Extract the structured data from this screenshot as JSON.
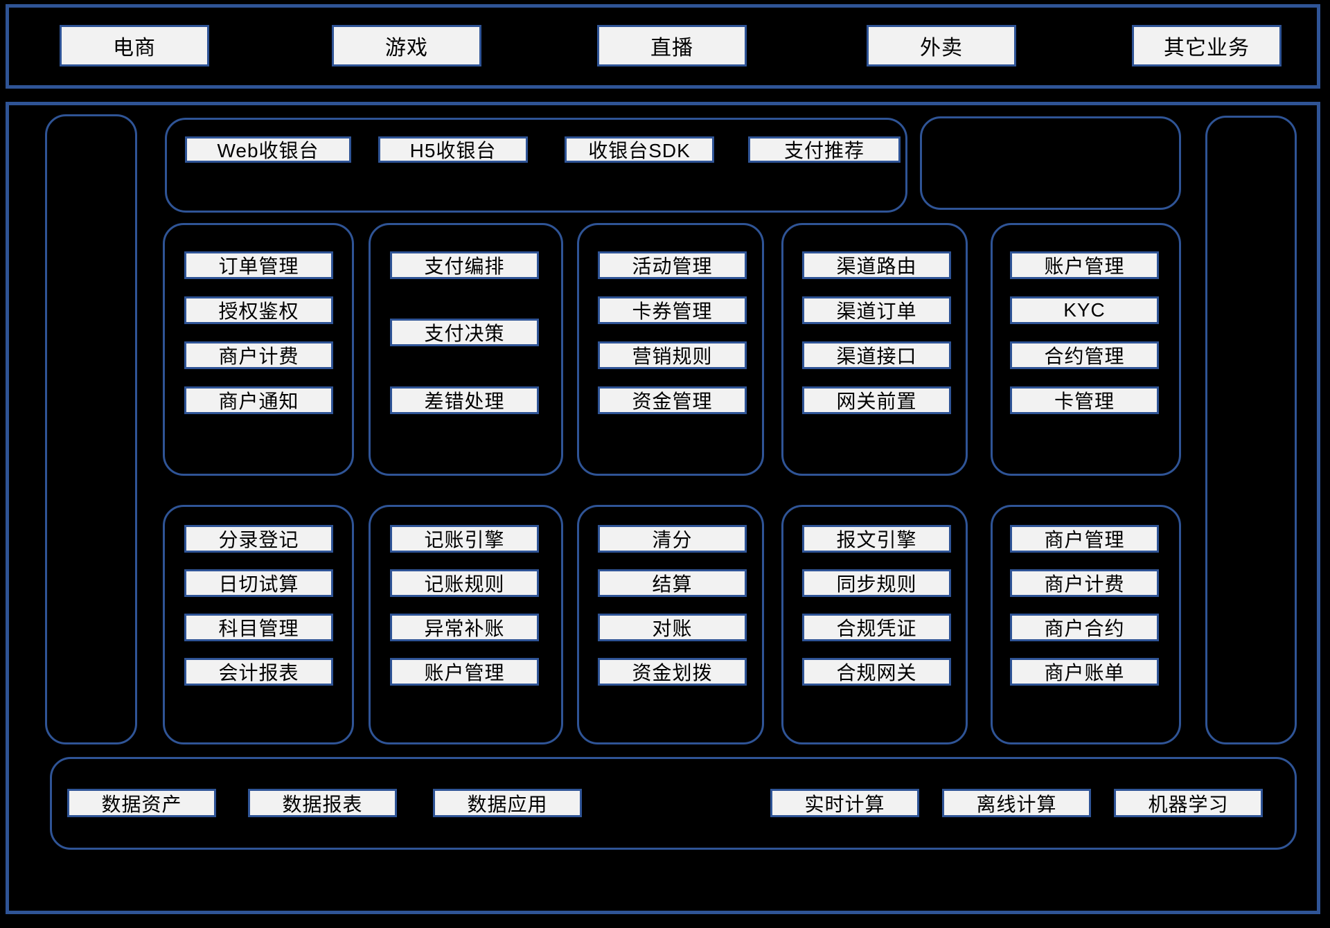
{
  "diagram": {
    "business_layer": {
      "items": [
        "电商",
        "游戏",
        "直播",
        "外卖",
        "其它业务"
      ]
    },
    "cashier_layer": {
      "items": [
        "Web收银台",
        "H5收银台",
        "收银台SDK",
        "支付推荐"
      ]
    },
    "payment_core_row": {
      "groups": [
        {
          "items": [
            "订单管理",
            "授权鉴权",
            "商户计费",
            "商户通知"
          ]
        },
        {
          "items": [
            "支付编排",
            "支付决策",
            "差错处理"
          ]
        },
        {
          "items": [
            "活动管理",
            "卡券管理",
            "营销规则",
            "资金管理"
          ]
        },
        {
          "items": [
            "渠道路由",
            "渠道订单",
            "渠道接口",
            "网关前置"
          ]
        },
        {
          "items": [
            "账户管理",
            "KYC",
            "合约管理",
            "卡管理"
          ]
        }
      ]
    },
    "accounting_row": {
      "groups": [
        {
          "items": [
            "分录登记",
            "日切试算",
            "科目管理",
            "会计报表"
          ]
        },
        {
          "items": [
            "记账引擎",
            "记账规则",
            "异常补账",
            "账户管理"
          ]
        },
        {
          "items": [
            "清分",
            "结算",
            "对账",
            "资金划拨"
          ]
        },
        {
          "items": [
            "报文引擎",
            "同步规则",
            "合规凭证",
            "合规网关"
          ]
        },
        {
          "items": [
            "商户管理",
            "商户计费",
            "商户合约",
            "商户账单"
          ]
        }
      ]
    },
    "data_layer": {
      "left_items": [
        "数据资产",
        "数据报表",
        "数据应用"
      ],
      "right_items": [
        "实时计算",
        "离线计算",
        "机器学习"
      ]
    },
    "colors": {
      "border_blue": "#2f5496",
      "box_fill": "#f2f2f2",
      "background": "#000000",
      "text": "#000000"
    }
  }
}
